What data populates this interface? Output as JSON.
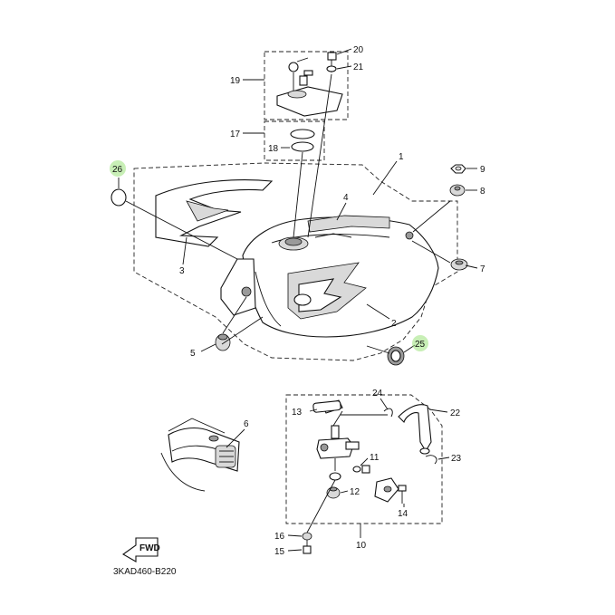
{
  "diagram": {
    "code": "3KAD460-B220",
    "fwd_label": "FWD",
    "colors": {
      "line": "#111111",
      "highlight": "#9be27a",
      "background": "#ffffff"
    },
    "callouts": [
      {
        "id": "1",
        "text": "1"
      },
      {
        "id": "2",
        "text": "2"
      },
      {
        "id": "3",
        "text": "3"
      },
      {
        "id": "4",
        "text": "4"
      },
      {
        "id": "5",
        "text": "5"
      },
      {
        "id": "6",
        "text": "6"
      },
      {
        "id": "7",
        "text": "7"
      },
      {
        "id": "8",
        "text": "8"
      },
      {
        "id": "9",
        "text": "9"
      },
      {
        "id": "10",
        "text": "10"
      },
      {
        "id": "11",
        "text": "11"
      },
      {
        "id": "12",
        "text": "12"
      },
      {
        "id": "13",
        "text": "13"
      },
      {
        "id": "14",
        "text": "14"
      },
      {
        "id": "15",
        "text": "15"
      },
      {
        "id": "16",
        "text": "16"
      },
      {
        "id": "17",
        "text": "17"
      },
      {
        "id": "18",
        "text": "18"
      },
      {
        "id": "19",
        "text": "19"
      },
      {
        "id": "20",
        "text": "20"
      },
      {
        "id": "21",
        "text": "21"
      },
      {
        "id": "22",
        "text": "22"
      },
      {
        "id": "23",
        "text": "23"
      },
      {
        "id": "24",
        "text": "24"
      },
      {
        "id": "25",
        "text": "25",
        "highlighted": true
      },
      {
        "id": "26",
        "text": "26",
        "highlighted": true
      }
    ]
  }
}
